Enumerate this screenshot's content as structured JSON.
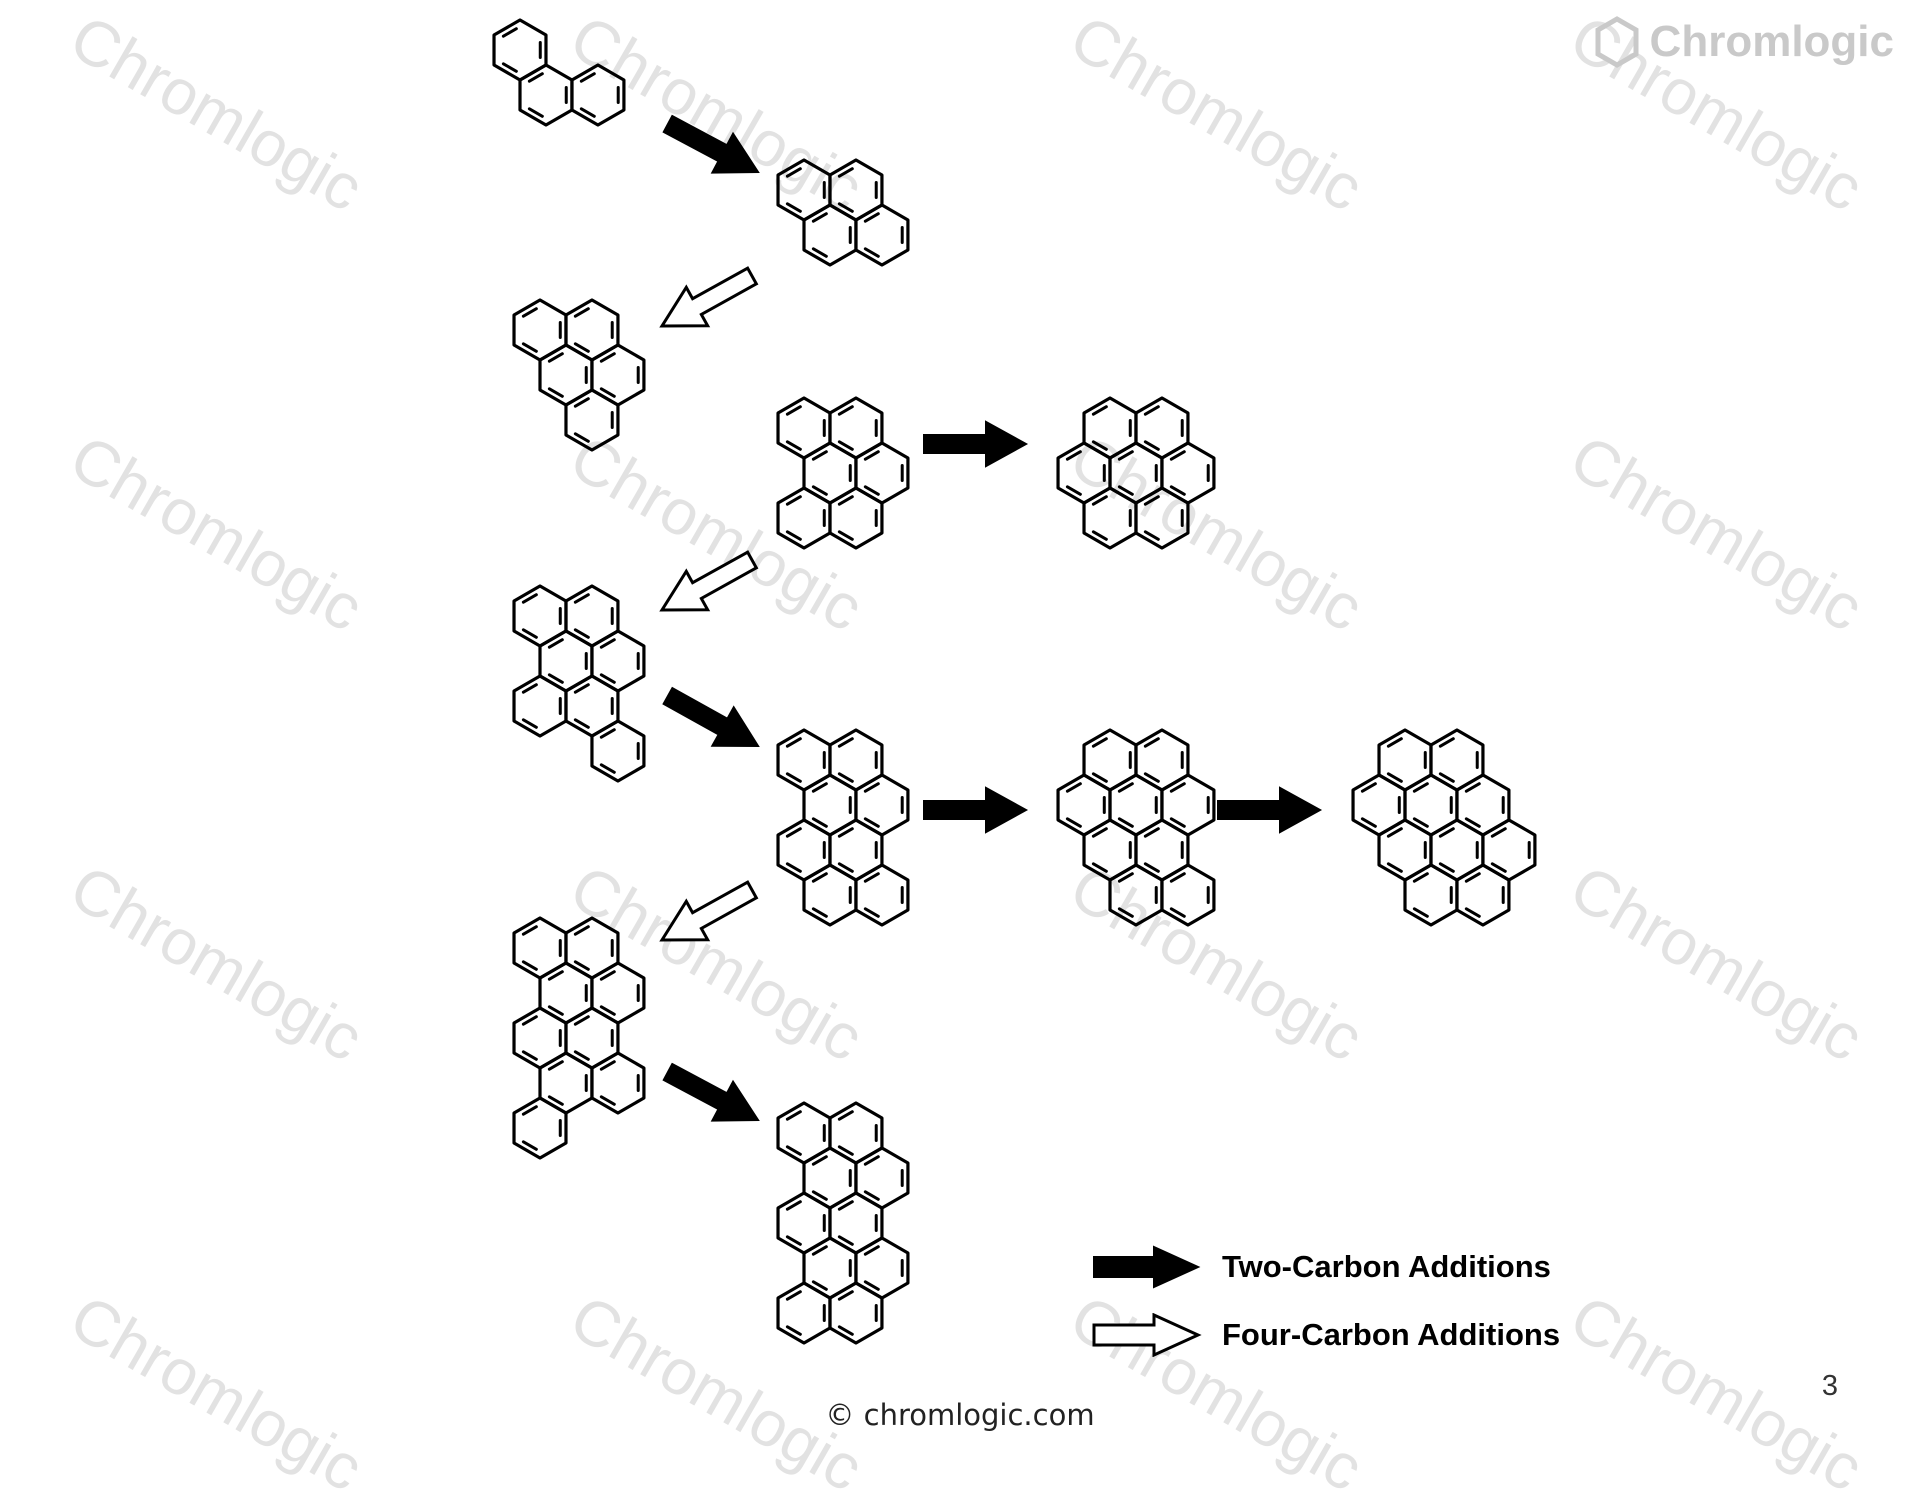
{
  "watermark": {
    "text": "Chromlogic"
  },
  "brand": {
    "name": "Chromlogic",
    "icon": "hexagon-logo-icon"
  },
  "legend": {
    "two_carbon": {
      "label": "Two-Carbon Additions",
      "icon": "filled-arrow-icon"
    },
    "four_carbon": {
      "label": "Four-Carbon Additions",
      "icon": "hollow-arrow-icon"
    }
  },
  "footer": {
    "text": "© chromlogic.com"
  },
  "page_number": "3"
}
